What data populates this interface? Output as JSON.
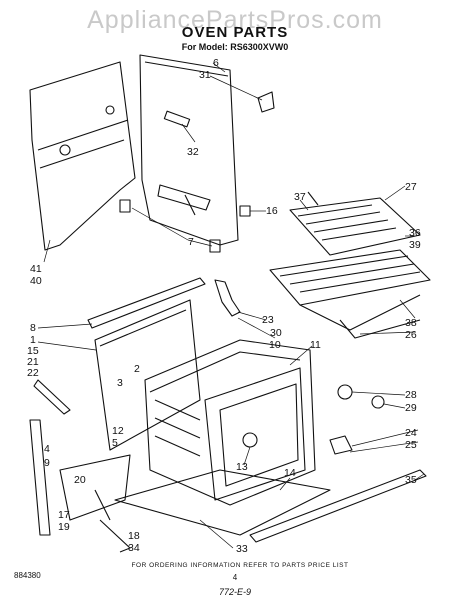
{
  "watermark": "AppliancePartsPros.com",
  "header": {
    "title": "OVEN PARTS",
    "model": "For Model: RS6300XVW0"
  },
  "footer": {
    "left_code": "884380",
    "note": "FOR ORDERING INFORMATION REFER TO PARTS PRICE LIST",
    "page": "4",
    "code": "772-E-9"
  },
  "callouts": [
    "6",
    "31",
    "32",
    "16",
    "7",
    "41",
    "40",
    "27",
    "37",
    "36",
    "39",
    "8",
    "1",
    "15",
    "21",
    "22",
    "2",
    "3",
    "12",
    "5",
    "23",
    "30",
    "10",
    "11",
    "38",
    "26",
    "28",
    "29",
    "13",
    "24",
    "25",
    "14",
    "35",
    "4",
    "9",
    "20",
    "17",
    "19",
    "18",
    "34",
    "33"
  ]
}
